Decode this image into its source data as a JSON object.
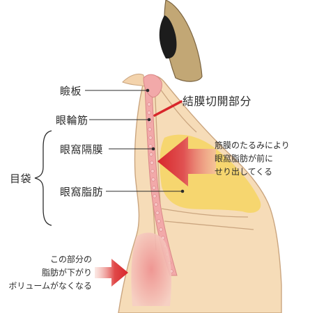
{
  "labels": {
    "eyelid_plate": "瞼板",
    "orbicularis": "眼輪筋",
    "orbital_septum": "眼窩隔膜",
    "orbital_fat": "眼窩脂肪",
    "eye_bag": "目袋",
    "incision": "結膜切開部分"
  },
  "notes": {
    "right": [
      "筋膜のたるみにより",
      "眼窩脂肪が前に",
      "せり出してくる"
    ],
    "bottom": [
      "この部分の",
      "脂肪が下がり",
      "ボリュームがなくなる"
    ]
  },
  "colors": {
    "skin": "#f6dcb8",
    "skin_outline": "#caa57f",
    "fat": "#f6d56a",
    "pink": "#f2a9a9",
    "arrow_red": "#d8262b",
    "incision_line": "#d8262b",
    "eyeball_outer": "#b79a62",
    "pupil": "#1c1c1c"
  }
}
